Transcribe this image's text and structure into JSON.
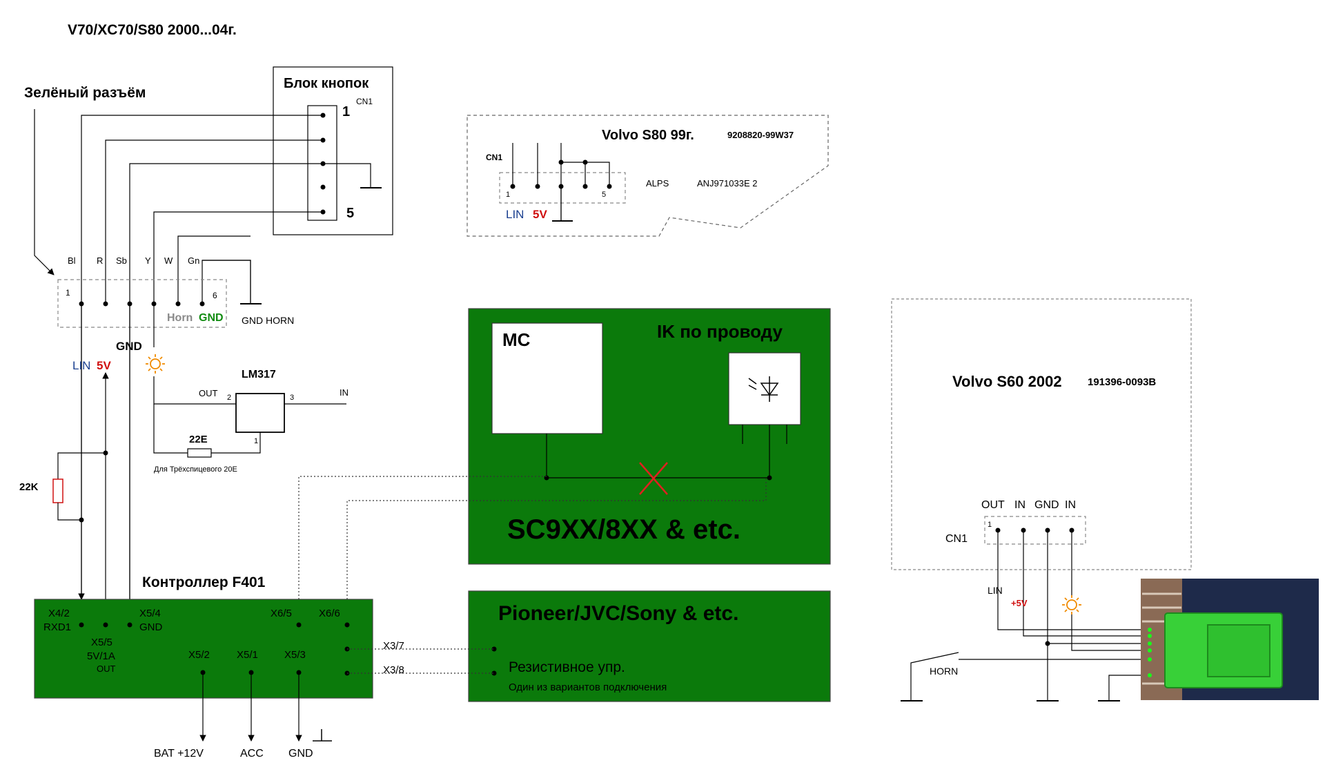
{
  "title": "V70/XC70/S80 2000...04г.",
  "left": {
    "connector_label": "Зелёный разъём",
    "pins": [
      "Bl",
      "R",
      "Sb",
      "Y",
      "W",
      "Gn"
    ],
    "pin_first": "1",
    "pin_last": "6",
    "horn": "Horn",
    "gnd_green": "GND",
    "gnd_horn": "GND HORN",
    "gnd": "GND",
    "lin": "LIN",
    "v5": "5V",
    "resistor": "22K"
  },
  "button_block": {
    "title": "Блок кнопок",
    "cn": "CN1",
    "pin_first": "1",
    "pin_last": "5"
  },
  "lm317": {
    "name": "LM317",
    "out": "OUT",
    "in": "IN",
    "pin_out": "2",
    "pin_in": "3",
    "pin_adj": "1",
    "resistor": "22E",
    "note": "Для Трёхспицевого  20E"
  },
  "s80": {
    "title": "Volvo S80 99г.",
    "code": "9208820-99W37",
    "cn": "CN1",
    "pin_first": "1",
    "pin_last": "5",
    "alps": "ALPS",
    "part": "ANJ971033E 2",
    "lin": "LIN",
    "v5": "5V"
  },
  "ik": {
    "mc": "MC",
    "title": "IK по проводу",
    "models": "SC9XX/8XX & etc."
  },
  "pioneer": {
    "title": "Pioneer/JVC/Sony & etc.",
    "subtitle": "Резистивное упр.",
    "note": "Один из вариантов подключения"
  },
  "controller": {
    "title": "Контроллер F401",
    "x42": "X4/2",
    "rxd1": "RXD1",
    "x55": "X5/5",
    "v51a": "5V/1A",
    "out": "OUT",
    "x54": "X5/4",
    "gnd": "GND",
    "x65": "X6/5",
    "x66": "X6/6",
    "x52": "X5/2",
    "x51": "X5/1",
    "x53": "X5/3",
    "x37": "X3/7",
    "x38": "X3/8",
    "bat": "BAT +12V",
    "acc": "ACC",
    "gnd_bottom": "GND"
  },
  "s60": {
    "title": "Volvo S60 2002",
    "code": "191396-0093B",
    "pins": [
      "OUT",
      "IN",
      "GND",
      "IN"
    ],
    "cn": "CN1",
    "pin_first": "1",
    "lin": "LIN",
    "v5": "+5V",
    "horn": "HORN"
  },
  "colors": {
    "board": "#0b7a0b",
    "lin": "#1a3f8f",
    "v5": "#d01010",
    "gnd_green": "#118c11",
    "horn_gray": "#8a8a8a",
    "sun": "#f08a00",
    "cross": "#e02020",
    "plug": "#38d038"
  },
  "icons": [
    "ground-icon",
    "sun-icon",
    "photodiode-icon",
    "cross-icon",
    "arrow-icon"
  ]
}
